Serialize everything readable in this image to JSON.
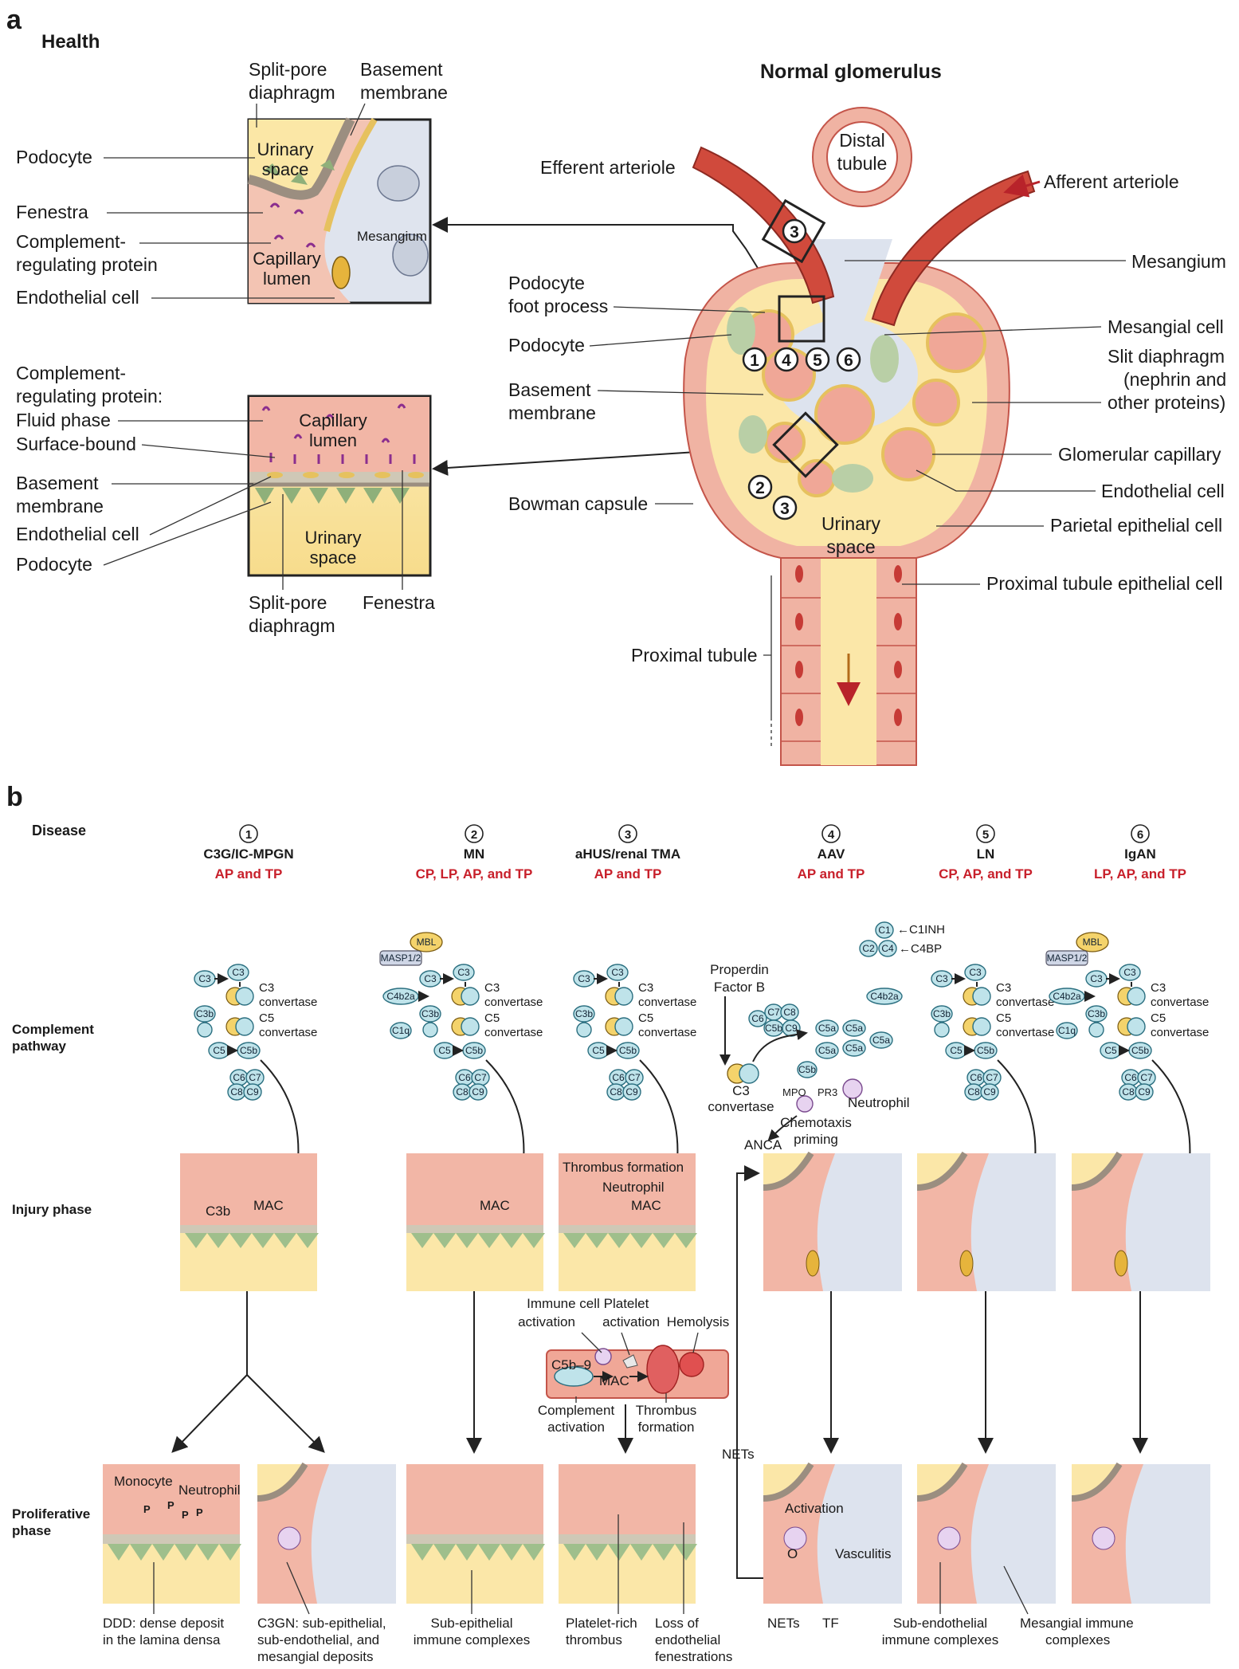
{
  "panel_a": {
    "letter": "a",
    "health": "Health",
    "normal_glomerulus": "Normal glomerulus",
    "inset1": {
      "top_left_label": [
        "Split-pore",
        "diaphragm"
      ],
      "top_right_label": [
        "Basement",
        "membrane"
      ],
      "inside_urinary": [
        "Urinary",
        "space"
      ],
      "inside_capillary": [
        "Capillary",
        "lumen"
      ],
      "inside_mesangium": "Mesangium",
      "left_labels": {
        "podocyte": "Podocyte",
        "fenestra": "Fenestra",
        "crp": [
          "Complement-",
          "regulating protein"
        ],
        "endothelial": "Endothelial cell"
      }
    },
    "inset2": {
      "inside_capillary": [
        "Capillary",
        "lumen"
      ],
      "inside_urinary": [
        "Urinary",
        "space"
      ],
      "bottom_left_label": [
        "Split-pore",
        "diaphragm"
      ],
      "bottom_right_label": "Fenestra",
      "left_labels": {
        "crp_header": [
          "Complement-",
          "regulating protein:"
        ],
        "fluid": "Fluid phase",
        "surface": "Surface-bound",
        "basement": [
          "Basement",
          "membrane"
        ],
        "endothelial": "Endothelial cell",
        "podocyte": "Podocyte"
      }
    },
    "glomerulus": {
      "distal_tubule": [
        "Distal",
        "tubule"
      ],
      "efferent": "Efferent arteriole",
      "afferent": "Afferent arteriole",
      "mesangium": "Mesangium",
      "podocyte_foot": [
        "Podocyte",
        "foot process"
      ],
      "podocyte": "Podocyte",
      "basement": [
        "Basement",
        "membrane"
      ],
      "bowman": "Bowman capsule",
      "mesangial_cell": "Mesangial cell",
      "slit": [
        "Slit diaphragm",
        "(nephrin and",
        "other proteins)"
      ],
      "glom_cap": "Glomerular capillary",
      "endothelial": "Endothelial cell",
      "parietal": "Parietal epithelial cell",
      "proximal_epi": "Proximal tubule epithelial cell",
      "urinary_space": [
        "Urinary",
        "space"
      ],
      "proximal_tubule": "Proximal tubule",
      "markers": [
        "1",
        "4",
        "5",
        "6",
        "2",
        "3",
        "3"
      ]
    }
  },
  "panel_b": {
    "letter": "b",
    "row_labels": {
      "disease": "Disease",
      "complement": [
        "Complement",
        "pathway"
      ],
      "injury": "Injury phase",
      "proliferative": [
        "Proliferative",
        "phase"
      ]
    },
    "columns": [
      {
        "num": "1",
        "name": "C3G/IC-MPGN",
        "pathways": "AP and TP"
      },
      {
        "num": "2",
        "name": "MN",
        "pathways": "CP, LP, AP, and TP"
      },
      {
        "num": "3",
        "name": "aHUS/renal TMA",
        "pathways": "AP and TP"
      },
      {
        "num": "4",
        "name": "AAV",
        "pathways": "AP and TP"
      },
      {
        "num": "5",
        "name": "LN",
        "pathways": "CP, AP, and TP"
      },
      {
        "num": "6",
        "name": "IgAN",
        "pathways": "LP, AP, and TP"
      }
    ],
    "pathway_labels": {
      "c3conv": "C3",
      "convertase": "convertase",
      "c5conv": "C5",
      "c3": "C3",
      "c3b": "C3b",
      "c5": "C5",
      "c5b": "C5b",
      "c6": "C6",
      "c7": "C7",
      "c8": "C8",
      "c9": "C9",
      "mbl": "MBL",
      "masp": "MASP1/2",
      "c4b2a": "C4b2a",
      "c1q": "C1q",
      "c1": "C1",
      "c2": "C2",
      "c4": "C4",
      "c1inh": "C1INH",
      "c4bp": "C4BP",
      "c5a": "C5a"
    },
    "aav": {
      "properdin": [
        "Properdin",
        "Factor B"
      ],
      "c3conv": [
        "C3",
        "convertase"
      ],
      "mpo": "MPO",
      "pr3": "PR3",
      "neutrophil": "Neutrophil",
      "chemotaxis": [
        "Chemotaxis",
        "priming"
      ],
      "anca": "ANCA",
      "nets": "NETs",
      "activation": "Activation",
      "vasculitis": "Vasculitis",
      "o2": "O",
      "nets_b": "NETs",
      "tf": "TF"
    },
    "injury_labels": {
      "c3b": "C3b",
      "mac": "MAC",
      "thrombus": "Thrombus formation",
      "neutrophil": "Neutrophil"
    },
    "tma": {
      "immune": [
        "Immune cell",
        "activation"
      ],
      "platelet": [
        "Platelet",
        "activation"
      ],
      "hemolysis": "Hemolysis",
      "c5b9": "C5b–9",
      "mac": "MAC",
      "complement": [
        "Complement",
        "activation"
      ],
      "thrombus": [
        "Thrombus",
        "formation"
      ]
    },
    "prolif_labels": {
      "monocyte": "Monocyte",
      "neutrophil": "Neutrophil",
      "p": "P"
    },
    "captions": [
      [
        "DDD: dense deposit",
        "in the lamina densa"
      ],
      [
        "C3GN: sub-epithelial,",
        "sub-endothelial, and",
        "mesangial deposits"
      ],
      [
        "Sub-epithelial",
        "immune complexes"
      ],
      [
        "Platelet-rich",
        "thrombus"
      ],
      [
        "Loss of",
        "endothelial",
        "fenestrations"
      ],
      [
        "Sub-endothelial",
        "immune complexes"
      ],
      [
        "Mesangial immune",
        "complexes"
      ]
    ]
  },
  "colors": {
    "capillary": "#f0b3a3",
    "urinary": "#fbe7a8",
    "mesangium": "#dde3ee",
    "podocyte": "#b9cfa6",
    "arteriole": "#d04a3c",
    "accent_red": "#c8202b"
  }
}
